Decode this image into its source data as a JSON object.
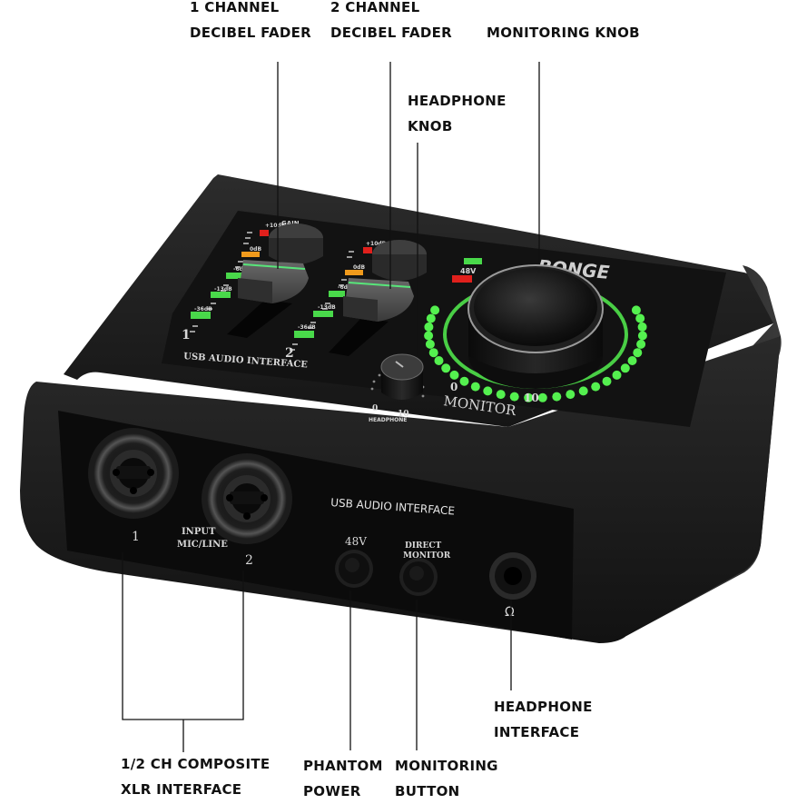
{
  "callouts": {
    "ch1_fader": [
      "1 CHANNEL",
      "DECIBEL FADER"
    ],
    "ch2_fader": [
      "2 CHANNEL",
      "DECIBEL FADER"
    ],
    "monitoring_knob": [
      "MONITORING KNOB"
    ],
    "headphone_knob": [
      "HEADPHONE",
      "KNOB"
    ],
    "xlr": [
      "1/2 CH COMPOSITE",
      "XLR INTERFACE"
    ],
    "phantom": [
      "PHANTOM",
      "POWER"
    ],
    "monitoring_button": [
      "MONITORING",
      "BUTTON"
    ],
    "headphone_interface": [
      "HEADPHONE",
      "INTERFACE"
    ]
  },
  "device": {
    "brand": "BONGE",
    "top_label": "USB AUDIO INTERFACE",
    "front_label": "USB AUDIO INTERFACE",
    "channel_1": "1",
    "channel_2": "2",
    "gain": "GAIN",
    "meter": [
      "+10dB",
      "0dB",
      "-6dB",
      "-13dB",
      "-36dB"
    ],
    "phantom_indicator": "48V",
    "monitor_label": "MONITOR",
    "monitor_min": "0",
    "monitor_max": "10",
    "headphone_min": "0",
    "headphone_max": "10",
    "headphone_label": "HEADPHONE",
    "input_label": [
      "INPUT",
      "MIC/LINE"
    ],
    "front_48v": "48V",
    "direct_monitor": [
      "DIRECT",
      "MONITOR"
    ],
    "headphone_glyph": "Ω"
  },
  "colors": {
    "body": "#1b1b1b",
    "panel": "#0c0c0c",
    "ring_green": "#54f04f",
    "led_red": "#e0201c",
    "led_green": "#49d94a",
    "led_orange": "#f09a1c"
  }
}
